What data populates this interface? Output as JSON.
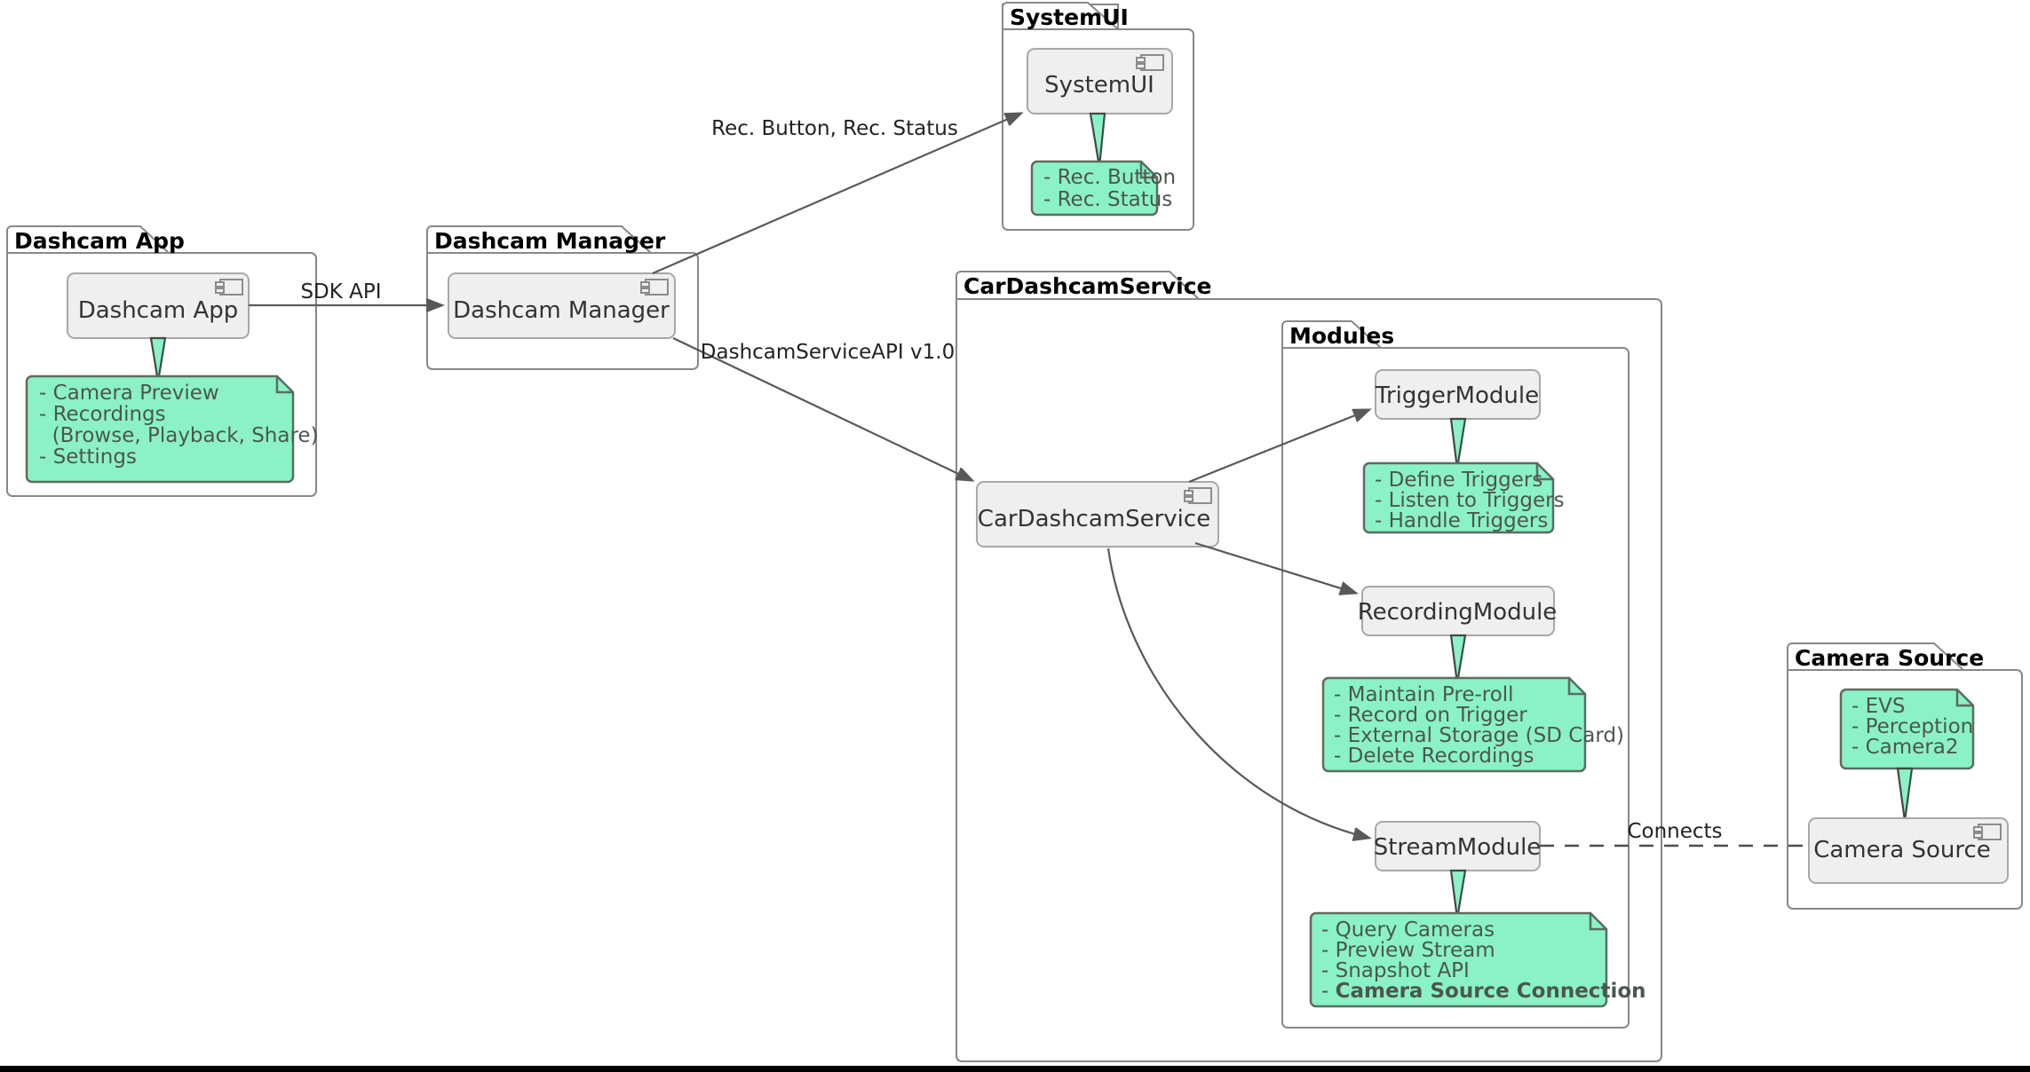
{
  "diagram": {
    "title": "CarDashcamService Component Diagram",
    "colors": {
      "note_fill": "#8af2c6",
      "note_stroke": "#5d6b62",
      "note_text": "#4d5650",
      "component_fill": "#efefef",
      "component_stroke": "#a8a8a8",
      "package_stroke": "#888888",
      "edge": "#595959",
      "background": "#ffffff"
    }
  },
  "packages": {
    "dashcam_app": {
      "label": "Dashcam App"
    },
    "dashcam_manager": {
      "label": "Dashcam Manager"
    },
    "system_ui": {
      "label": "SystemUI"
    },
    "car_dashcam_service": {
      "label": "CarDashcamService"
    },
    "modules": {
      "label": "Modules"
    },
    "camera_source": {
      "label": "Camera Source"
    }
  },
  "components": {
    "dashcam_app": {
      "label": "Dashcam App",
      "icon": "component-icon"
    },
    "dashcam_manager": {
      "label": "Dashcam Manager",
      "icon": "component-icon"
    },
    "system_ui": {
      "label": "SystemUI",
      "icon": "component-icon"
    },
    "car_dashcam_service": {
      "label": "CarDashcamService",
      "icon": "component-icon"
    },
    "trigger_module": {
      "label": "TriggerModule",
      "icon": null
    },
    "recording_module": {
      "label": "RecordingModule",
      "icon": null
    },
    "stream_module": {
      "label": "StreamModule",
      "icon": null
    },
    "camera_source": {
      "label": "Camera Source",
      "icon": "component-icon"
    }
  },
  "notes": {
    "dashcam_app": {
      "lines": [
        {
          "text": "- Camera Preview",
          "bold": false
        },
        {
          "text": "- Recordings",
          "bold": false
        },
        {
          "text": "  (Browse, Playback, Share)",
          "bold": false
        },
        {
          "text": "- Settings",
          "bold": false
        }
      ]
    },
    "system_ui": {
      "lines": [
        {
          "text": "- Rec. Button",
          "bold": false
        },
        {
          "text": "- Rec. Status",
          "bold": false
        }
      ]
    },
    "trigger_module": {
      "lines": [
        {
          "text": "- Define Triggers",
          "bold": false
        },
        {
          "text": "- Listen to Triggers",
          "bold": false
        },
        {
          "text": "- Handle Triggers",
          "bold": false
        }
      ]
    },
    "recording_module": {
      "lines": [
        {
          "text": "- Maintain Pre-roll",
          "bold": false
        },
        {
          "text": "- Record on Trigger",
          "bold": false
        },
        {
          "text": "- External Storage (SD Card)",
          "bold": false
        },
        {
          "text": "- Delete Recordings",
          "bold": false
        }
      ]
    },
    "stream_module": {
      "lines": [
        {
          "text": "- Query Cameras",
          "bold": false
        },
        {
          "text": "- Preview Stream",
          "bold": false
        },
        {
          "text": "- Snapshot API",
          "bold": false
        },
        {
          "text": "- Camera Source Connection",
          "bold": true
        }
      ]
    },
    "camera_source": {
      "lines": [
        {
          "text": "- EVS",
          "bold": false
        },
        {
          "text": "- Perception",
          "bold": false
        },
        {
          "text": "- Camera2",
          "bold": false
        }
      ]
    }
  },
  "edges": {
    "sdk_api": {
      "label": "SDK API",
      "from": "Dashcam App",
      "to": "Dashcam Manager",
      "style": "solid-arrow"
    },
    "rec_button_status": {
      "label": "Rec. Button, Rec. Status",
      "from": "Dashcam Manager",
      "to": "SystemUI",
      "style": "solid-arrow"
    },
    "dashcam_service_api": {
      "label": "DashcamServiceAPI v1.0",
      "from": "Dashcam Manager",
      "to": "CarDashcamService",
      "style": "solid-arrow"
    },
    "to_trigger": {
      "label": "",
      "from": "CarDashcamService",
      "to": "TriggerModule",
      "style": "solid-arrow"
    },
    "to_recording": {
      "label": "",
      "from": "CarDashcamService",
      "to": "RecordingModule",
      "style": "solid-arrow"
    },
    "to_stream": {
      "label": "",
      "from": "CarDashcamService",
      "to": "StreamModule",
      "style": "solid-arrow-curved"
    },
    "connects": {
      "label": "Connects",
      "from": "StreamModule",
      "to": "Camera Source",
      "style": "dashed"
    }
  }
}
